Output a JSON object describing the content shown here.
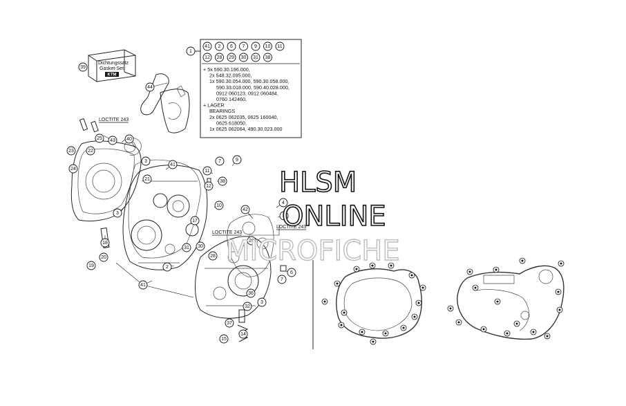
{
  "watermark": {
    "line1": "HLSM",
    "line2": "ONLINE",
    "line3": "MICROFICHE"
  },
  "gasket_box": {
    "line1": "Dichtungssatz",
    "line2": "Gasket-Set",
    "logo": "KTM"
  },
  "loctite_labels": [
    "LOCTITE 243",
    "LOCTITE 243",
    "LOCTITE 243"
  ],
  "info_box": {
    "callout": "1",
    "row1": [
      "41",
      "2",
      "6",
      "7",
      "9",
      "10",
      "11"
    ],
    "row2": [
      "12",
      "28",
      "29",
      "30",
      "31",
      "38"
    ],
    "lines": [
      "+ 5x 590.30.196.000,",
      "2x 548.32.095.000,",
      "1x 590.30.054.000, 590.30.058.000,",
      "590.33.018.000, 590.40.028.000,",
      "0912 060123, 0912 060484,",
      "0760 142460,",
      "+ LAGER",
      "BEARINGS",
      "2x 0625 062035, 0625 160040,",
      "0625 618050,",
      "1x 0625 062064, 490.30.023.000"
    ]
  },
  "callouts": [
    {
      "id": "c39",
      "label": "39"
    },
    {
      "id": "c44",
      "label": "44"
    },
    {
      "id": "c43",
      "label": "43"
    },
    {
      "id": "c25",
      "label": "25"
    },
    {
      "id": "c40",
      "label": "40"
    },
    {
      "id": "c23",
      "label": "23"
    },
    {
      "id": "c22",
      "label": "22"
    },
    {
      "id": "c24",
      "label": "24"
    },
    {
      "id": "c3a",
      "label": "3"
    },
    {
      "id": "c21",
      "label": "21"
    },
    {
      "id": "c41a",
      "label": "41"
    },
    {
      "id": "c7",
      "label": "7"
    },
    {
      "id": "c9",
      "label": "9"
    },
    {
      "id": "c11",
      "label": "11"
    },
    {
      "id": "c12",
      "label": "12"
    },
    {
      "id": "c38",
      "label": "38"
    },
    {
      "id": "c3b",
      "label": "3"
    },
    {
      "id": "c10",
      "label": "10"
    },
    {
      "id": "c42",
      "label": "42"
    },
    {
      "id": "c4",
      "label": "4"
    },
    {
      "id": "c5",
      "label": "5"
    },
    {
      "id": "c17",
      "label": "17"
    },
    {
      "id": "c31",
      "label": "31"
    },
    {
      "id": "c30",
      "label": "30"
    },
    {
      "id": "c28",
      "label": "28"
    },
    {
      "id": "c18",
      "label": "18"
    },
    {
      "id": "c20",
      "label": "20"
    },
    {
      "id": "c19",
      "label": "19"
    },
    {
      "id": "c2",
      "label": "2"
    },
    {
      "id": "c26",
      "label": "26"
    },
    {
      "id": "c6",
      "label": "6"
    },
    {
      "id": "c7b",
      "label": "7"
    },
    {
      "id": "c41b",
      "label": "41"
    },
    {
      "id": "c36",
      "label": "36"
    },
    {
      "id": "c3c",
      "label": "3"
    },
    {
      "id": "c37",
      "label": "37"
    },
    {
      "id": "c14",
      "label": "14"
    },
    {
      "id": "c15",
      "label": "15"
    },
    {
      "id": "c32",
      "label": "32"
    }
  ]
}
